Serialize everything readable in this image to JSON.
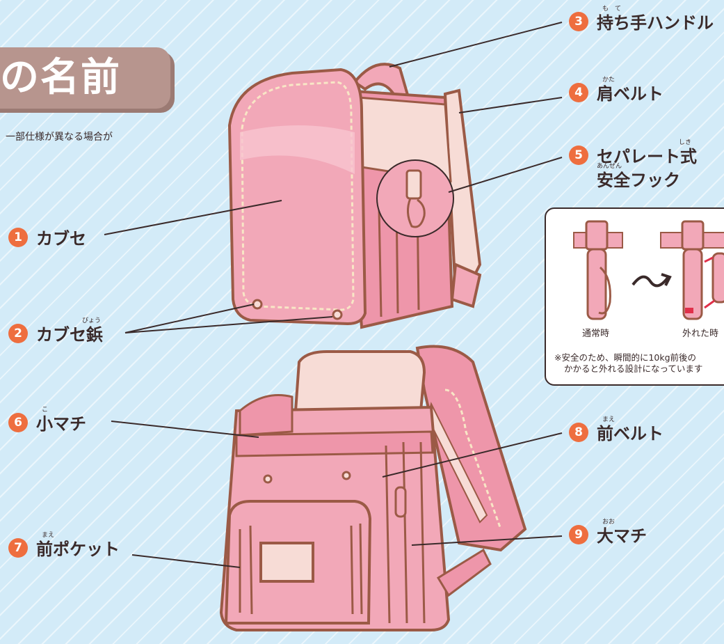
{
  "header": {
    "title": "の名前",
    "subtitle": "一部仕様が異なる場合が"
  },
  "parts": [
    {
      "num": "1",
      "label": "カブセ",
      "ruby": ""
    },
    {
      "num": "2",
      "label": "カブセ鋲",
      "ruby": "びょう"
    },
    {
      "num": "3",
      "label": "持ち手ハンドル",
      "ruby": "も　て"
    },
    {
      "num": "4",
      "label": "肩ベルト",
      "ruby": "かた"
    },
    {
      "num": "5",
      "label": "セパレート式",
      "ruby": "しき",
      "label2": "安全フック",
      "ruby2": "あんぜん"
    },
    {
      "num": "6",
      "label": "小マチ",
      "ruby": "こ"
    },
    {
      "num": "7",
      "label": "前ポケット",
      "ruby": "まえ"
    },
    {
      "num": "8",
      "label": "前ベルト",
      "ruby": "まえ"
    },
    {
      "num": "9",
      "label": "大マチ",
      "ruby": "おお"
    }
  ],
  "inset": {
    "caption_normal": "通常時",
    "caption_released": "外れた時",
    "note_line1": "※安全のため、瞬間的に10kg前後の",
    "note_line2": "かかると外れる設計になっています"
  },
  "colors": {
    "background": "#d3ebf8",
    "bag_pink": "#f2a8b8",
    "outline_brown": "#9b5a46",
    "number_badge": "#ee6e3f",
    "title_tab": "#b7958e"
  }
}
